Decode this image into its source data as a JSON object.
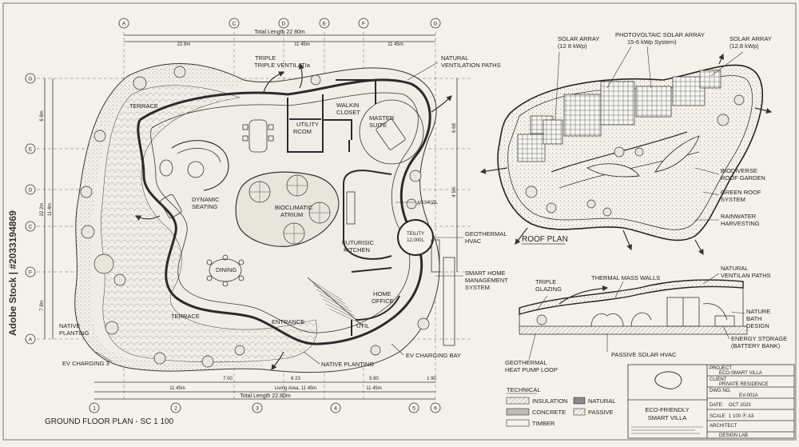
{
  "plan": {
    "title": "GROUND FLOOR PLAN - SC  1 100",
    "total_length_top": "Total Length  22 80m",
    "total_length_bottom": "Total Length 22.80m",
    "dims_top": [
      "22 8m",
      "11 45m",
      "11 45m"
    ],
    "dims_bottom_row1": [
      "7 00",
      "6 23",
      "5 80",
      "1 90"
    ],
    "dims_bottom_row2": [
      "11 45m",
      "Living Area, 11 45m",
      "11 45m"
    ],
    "dims_left": [
      "6 8m",
      "22 2m",
      "11 4m",
      "7 8m"
    ],
    "dims_right": [
      "6 68",
      "4 5m"
    ],
    "grid_cols_top": [
      "A",
      "C",
      "D",
      "E",
      "F",
      "G"
    ],
    "grid_rows_left": [
      "G",
      "E",
      "D",
      "C",
      "F",
      "A"
    ],
    "grid_cols_bottom": [
      "1",
      "2",
      "3",
      "4",
      "5",
      "6"
    ],
    "rooms": {
      "terrace_top": "TERRACE",
      "triple_ventilation": "TRIPLE VENTILATIа",
      "utility_room_1": "UTILITY",
      "utility_room_2": "RСOM",
      "walkin_closet_1": "WALKIN",
      "walkin_closet_2": "CLOSET",
      "master_suite_1": "MАSTER",
      "master_suite_2": "SUITE",
      "dynamic_seating_1": "DYNAMIC",
      "dynamic_seating_2": "SEATING",
      "bioclimatic_atrium_1": "BIOCLIMATIC",
      "bioclimatic_atrium_2": "ATRIUM",
      "futuristic_kitchen_1": "FUTURISIC",
      "futuristic_kitchen_2": "KITCHEN",
      "dining": "DINING",
      "terrace_bottom": "TERRACE",
      "entrance": "ENTRANCE",
      "home_office_1": "HOME",
      "home_office_2": "OFFICE",
      "util": "UTIL",
      "teility_1": "TEILITY",
      "teility_2": "12,000L"
    },
    "callouts": {
      "natural_ventilation_1": "NATURAL",
      "natural_ventilation_2": "VENTILATION PATHS",
      "geothermal_hvac_1": "GEOTHERMAL",
      "geothermal_hvac_2": "HVAC",
      "smart_home_1": "SMART HOME",
      "smart_home_2": "MANAGEMENT",
      "smart_home_3": "SYSTEM",
      "ev_charging_bay": "EV CHARGING BAY",
      "native_planting_bottom": "NATIVE PLANTING",
      "native_planting_left_1": "NATIVE",
      "native_planting_left_2": "PLANTING",
      "ev_charging_3": "EV CHARGING 3",
      "ssd": "д/5340ДL"
    }
  },
  "roof": {
    "title": "ROOF PLAN",
    "solar_left_1": "SOLAR ARRAY",
    "solar_left_2": "(12 8 kWp)",
    "pv_1": "PHOTOVOLTAIC SOLAR ARRAY",
    "pv_2": "15-6 kWp System)",
    "solar_right_1": "SOLAR АRRAY",
    "solar_right_2": "(12.8 kWp)",
    "biodiverse_1": "BIODIVERSE",
    "biodiverse_2": "ROOF GARDEN",
    "green_roof_1": "GREEN ROOF",
    "green_roof_2": "SYSTEM",
    "rainwater_1": "RAINWATER",
    "rainwater_2": "HARVESTING"
  },
  "section": {
    "triple_glazing_1": "TRIPLE",
    "triple_glazing_2": "GLAZING",
    "thermal_mass": "THERMAL MASS WALLS",
    "nat_vent_1": "NATURAL",
    "nat_vent_2": "VENTILAN  PATHS",
    "nature_bath_1": "NATURE",
    "nature_bath_2": "BATH",
    "nature_bath_3": "DESIGN",
    "energy_1": "ENERGY STORAGE",
    "energy_2": "(BATTERY BANK)",
    "passive_solar": "PASSIVE SOLAR HVAC",
    "geo_loop_1": "GEOTHERMAL",
    "geo_loop_2": "HEAT PUMP LOOP"
  },
  "legend": {
    "title": "TECHNICAL",
    "insulation": "INSULATION",
    "concrete": "CONCRETE",
    "timber": "TIMBER",
    "natural": "NATURAL",
    "passive": "PASSIVE"
  },
  "title_block": {
    "name_1": "ECO-FRIENDLY",
    "name_2": "SMART VILLA",
    "project_label": "PROJECT",
    "project": "ECO-SMART VILLA",
    "client_label": "CLIENT",
    "client": "PRIVATE RESIDENCE",
    "dwg_label": "DWG NO.",
    "dwg": "EV-001A",
    "date_label": "DATE:",
    "date": "OCT 2023",
    "scale_label": "SCALE",
    "scale": "1 100 Ⓐ A3",
    "architect_label": "ARCHITECT",
    "architect": "DESIGN LAB"
  },
  "watermark": {
    "side_text": "Adobe Stock | #2033194869"
  }
}
